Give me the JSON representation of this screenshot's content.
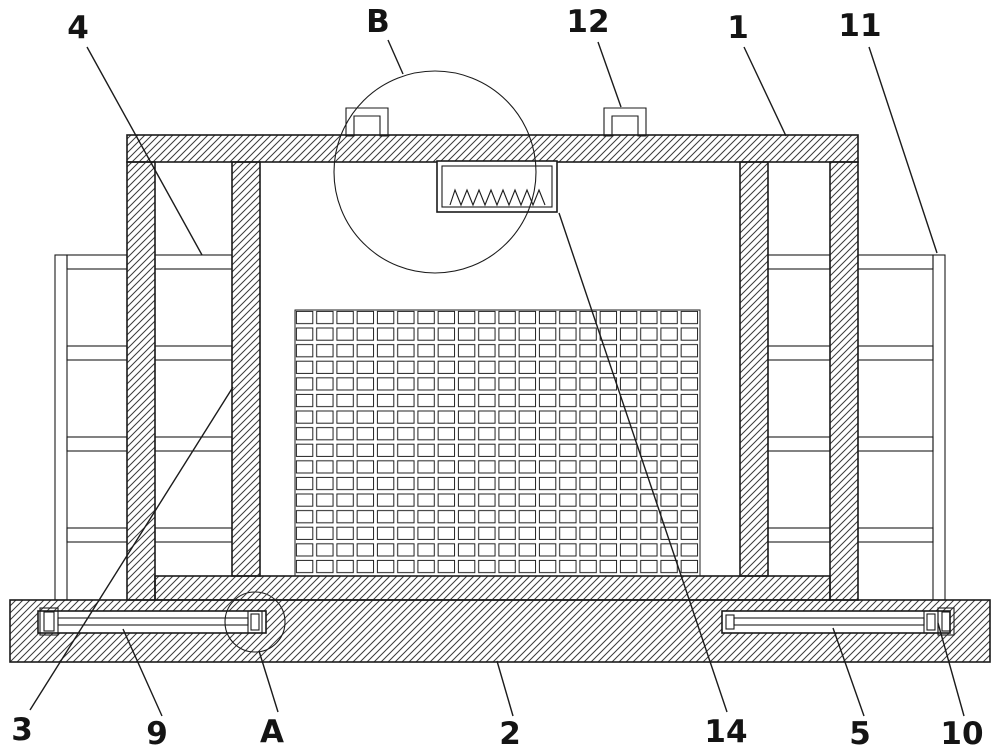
{
  "drawing": {
    "background": "#ffffff",
    "line_color": "#1b1b1b",
    "callouts": {
      "n4": "4",
      "nB": "B",
      "n12": "12",
      "n1": "1",
      "n11": "11",
      "n3": "3",
      "n9": "9",
      "nA": "A",
      "n2": "2",
      "n14": "14",
      "n5": "5",
      "n10": "10"
    }
  }
}
